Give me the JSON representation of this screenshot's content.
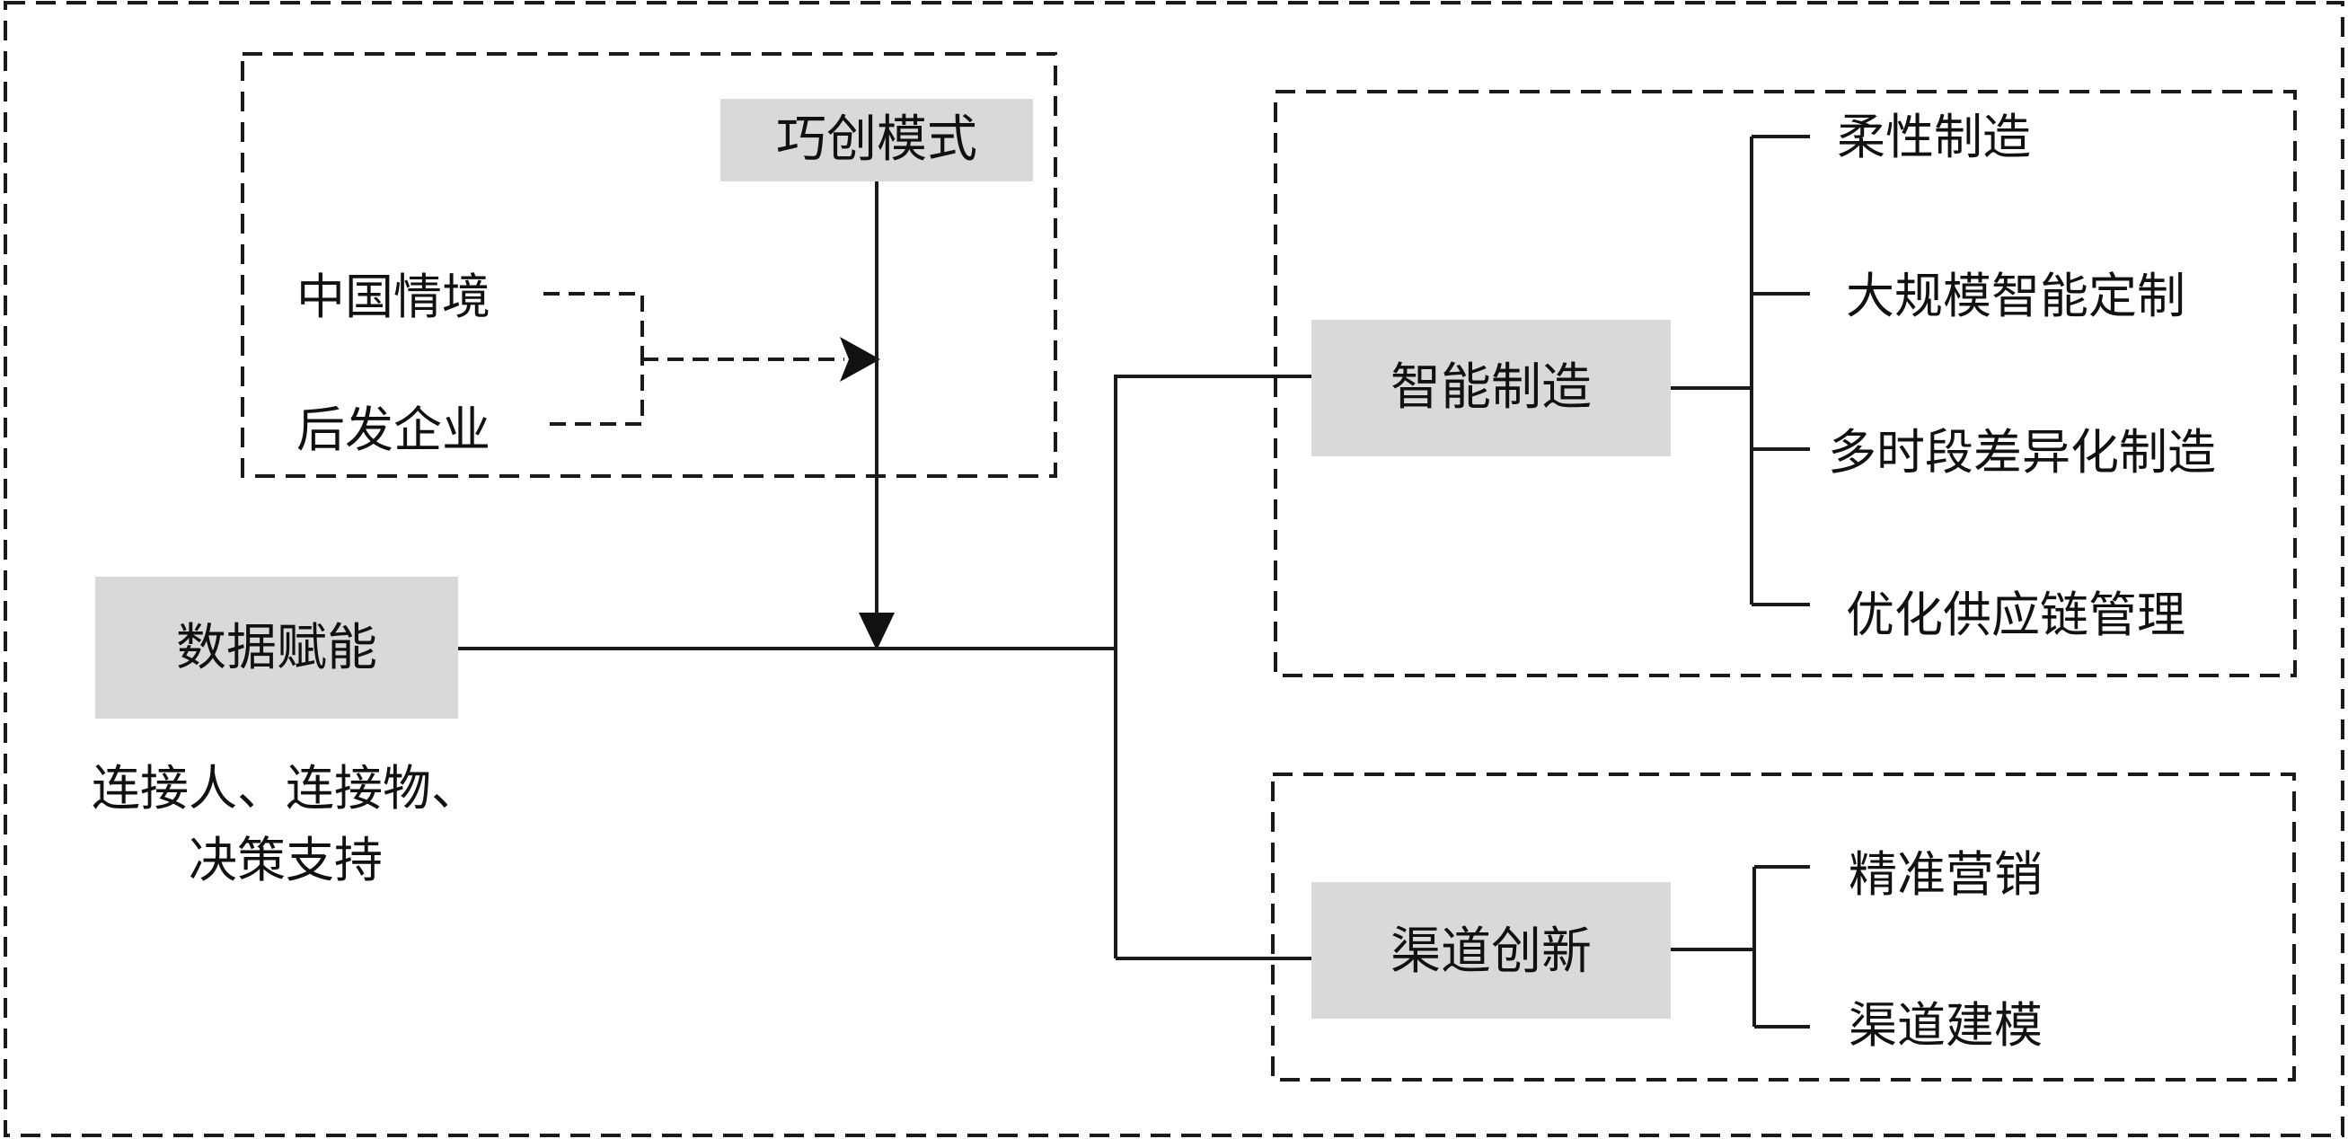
{
  "diagram": {
    "qiaochuang": "巧创模式",
    "context": "中国情境",
    "latecomer": "后发企业",
    "data_empower": "数据赋能",
    "data_desc_line1": "连接人、连接物、",
    "data_desc_line2": "决策支持",
    "smart_manufacturing": {
      "title": "智能制造",
      "items": [
        "柔性制造",
        "大规模智能定制",
        "多时段差异化制造",
        "优化供应链管理"
      ]
    },
    "channel_innovation": {
      "title": "渠道创新",
      "items": [
        "精准营销",
        "渠道建模"
      ]
    }
  }
}
